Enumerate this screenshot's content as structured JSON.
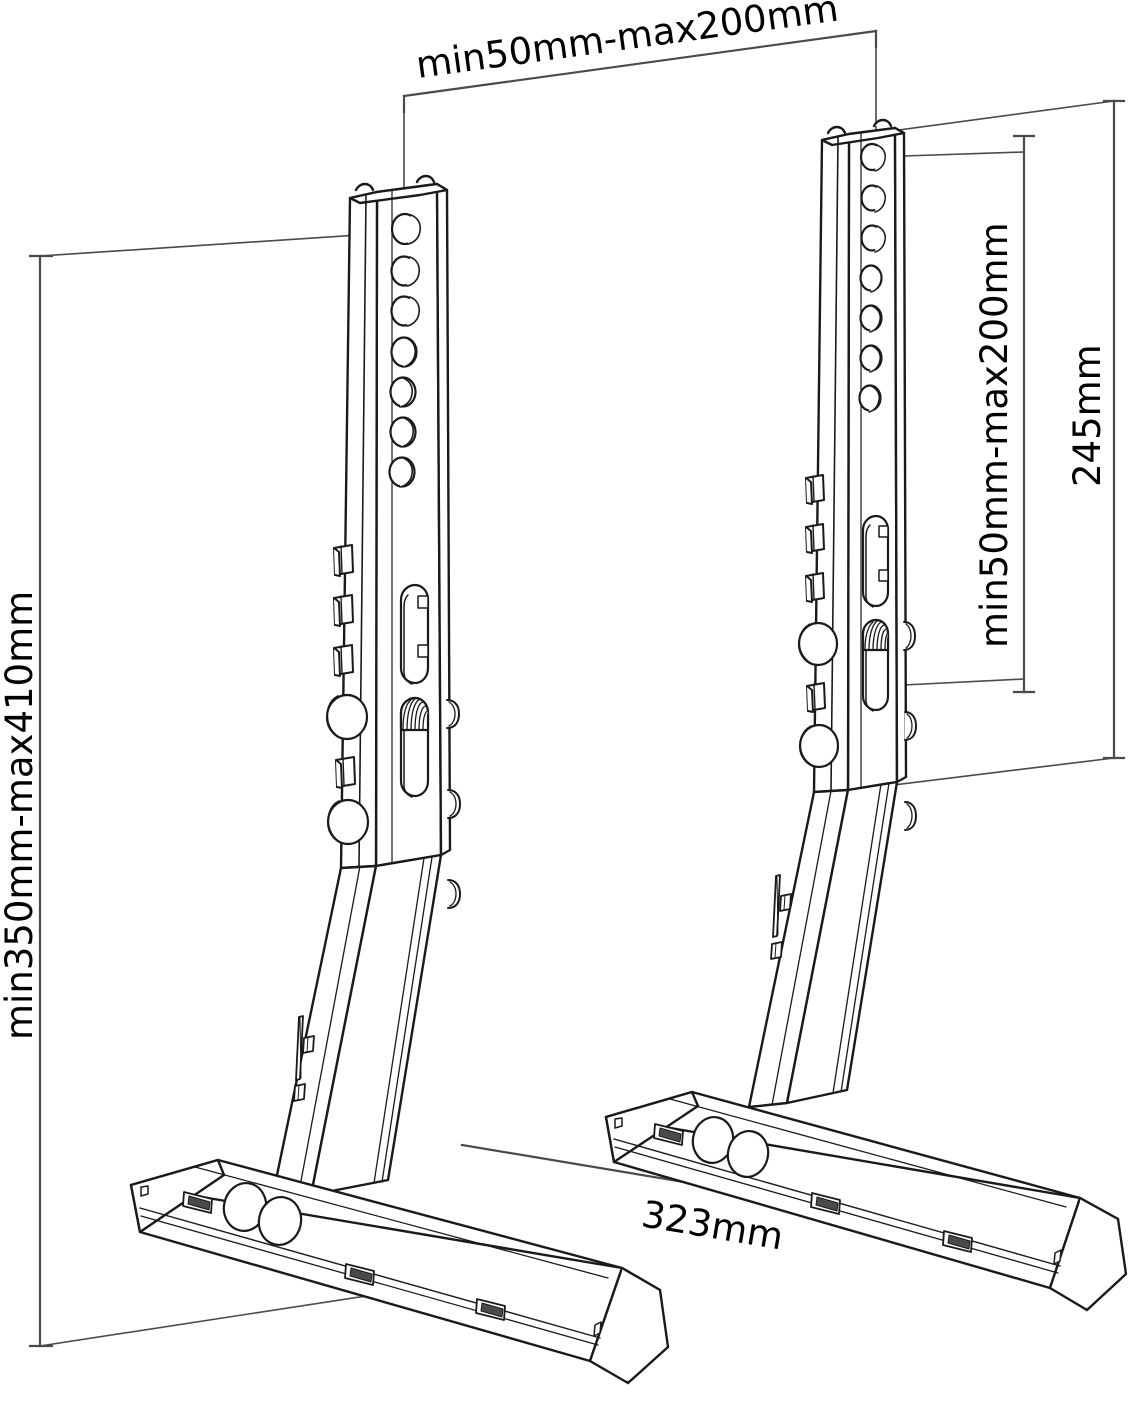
{
  "drawing": {
    "title": "TV stand bracket technical dimension drawing",
    "stroke_color": "#1a1a1a",
    "dimension_line_color": "#4a4a4a",
    "background": "#ffffff",
    "view": "isometric exploded pair of monitor stand legs"
  },
  "dimensions": {
    "top_width": {
      "label": "min50mm-max200mm",
      "font_size": 37,
      "orientation": "horizontal-tilted",
      "position": "top"
    },
    "left_height": {
      "label": "min350mm-max410mm",
      "font_size": 37,
      "orientation": "vertical",
      "position": "left"
    },
    "right_inner_height": {
      "label": "min50mm-max200mm",
      "font_size": 37,
      "orientation": "vertical",
      "position": "right-inner"
    },
    "right_outer_height": {
      "label": "245mm",
      "font_size": 37,
      "orientation": "vertical",
      "position": "right-outer"
    },
    "base_length": {
      "label": "323mm",
      "font_size": 37,
      "orientation": "angled",
      "position": "bottom-center"
    }
  },
  "parts": {
    "left_bracket": {
      "name": "left-stand-leg",
      "vesa_holes_count": 7,
      "side_slots_count": 5,
      "front_slots_count": 2,
      "base_circle_holes": 2,
      "base_vent_slots": 3,
      "side_knobs": 3
    },
    "right_bracket": {
      "name": "right-stand-leg",
      "vesa_holes_count": 7,
      "side_slots_count": 5,
      "front_slots_count": 2,
      "base_circle_holes": 2,
      "base_vent_slots": 3,
      "side_knobs": 3
    }
  }
}
